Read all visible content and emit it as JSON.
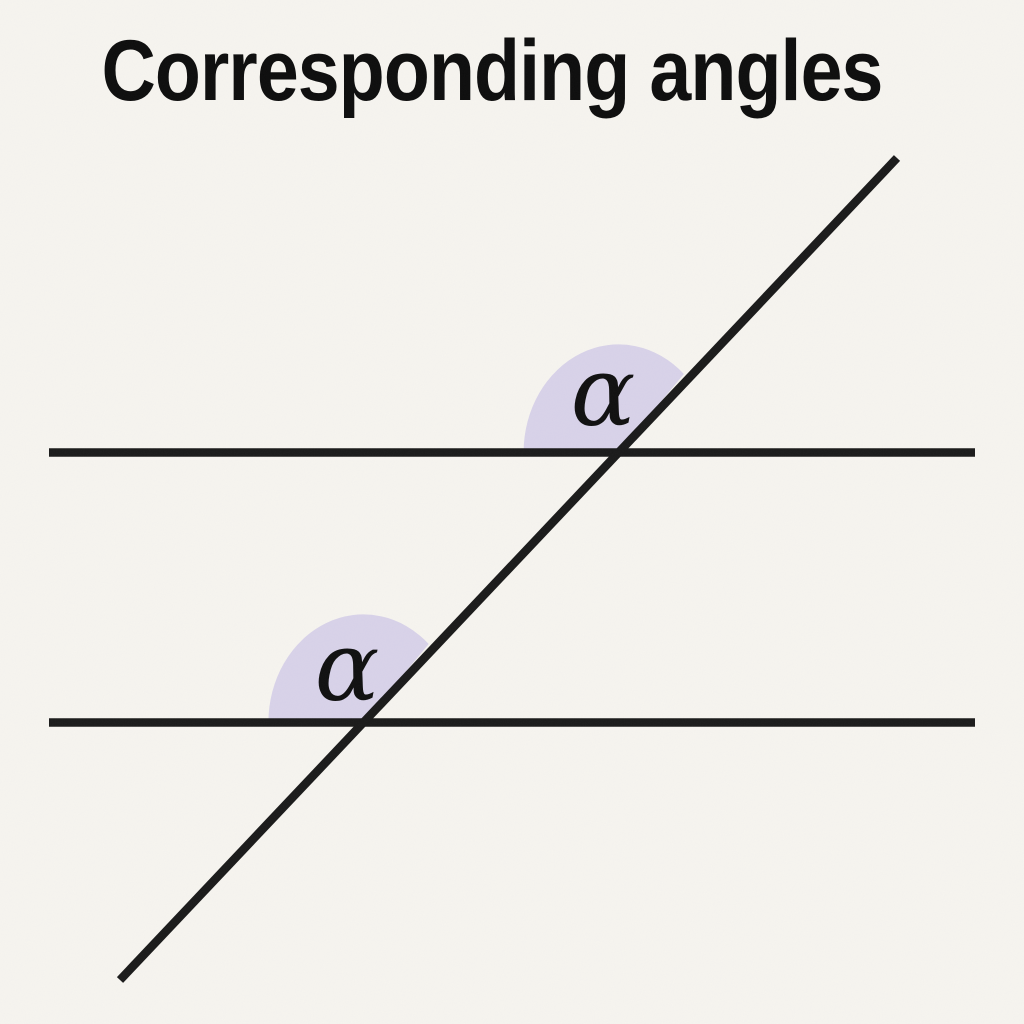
{
  "title": "Corresponding angles",
  "diagram": {
    "type": "geometry-diagram",
    "colors": {
      "background": "#f6f4ef",
      "line": "#1a1a1a",
      "angle_fill": "#d8d2e9",
      "label": "#101010",
      "title": "#0d0d0d"
    },
    "lines": {
      "parallel_count": 2,
      "transversal_count": 1
    },
    "angles": [
      {
        "label": "α",
        "position": "upper-intersection"
      },
      {
        "label": "α",
        "position": "lower-intersection"
      }
    ]
  }
}
